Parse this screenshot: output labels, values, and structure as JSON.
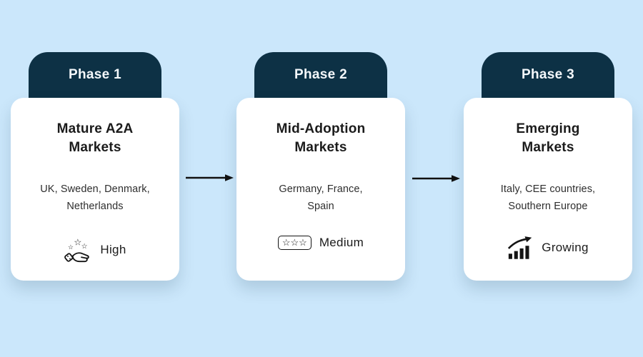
{
  "colors": {
    "background": "#cbe7fb",
    "tab_bg": "#0d3145",
    "tab_text": "#f4f8fb",
    "card_bg": "#ffffff",
    "heading_text": "#1b1b1b",
    "body_text": "#2e2e2e",
    "icon": "#141414",
    "arrow": "#111111"
  },
  "icons": {
    "star_glyph": "☆",
    "medium_stars_glyph": "☆☆☆"
  },
  "phases": [
    {
      "tab_label": "Phase 1",
      "title_line1": "Mature A2A",
      "title_line2": "Markets",
      "markets_line1": "UK, Sweden, Denmark,",
      "markets_line2": "Netherlands",
      "adoption_icon": "hand-stars-icon",
      "adoption_level": "High"
    },
    {
      "tab_label": "Phase 2",
      "title_line1": "Mid-Adoption",
      "title_line2": "Markets",
      "markets_line1": "Germany, France,",
      "markets_line2": "Spain",
      "adoption_icon": "three-stars-icon",
      "adoption_level": "Medium"
    },
    {
      "tab_label": "Phase 3",
      "title_line1": "Emerging",
      "title_line2": "Markets",
      "markets_line1": "Italy, CEE countries,",
      "markets_line2": "Southern Europe",
      "adoption_icon": "growth-chart-icon",
      "adoption_level": "Growing"
    }
  ]
}
